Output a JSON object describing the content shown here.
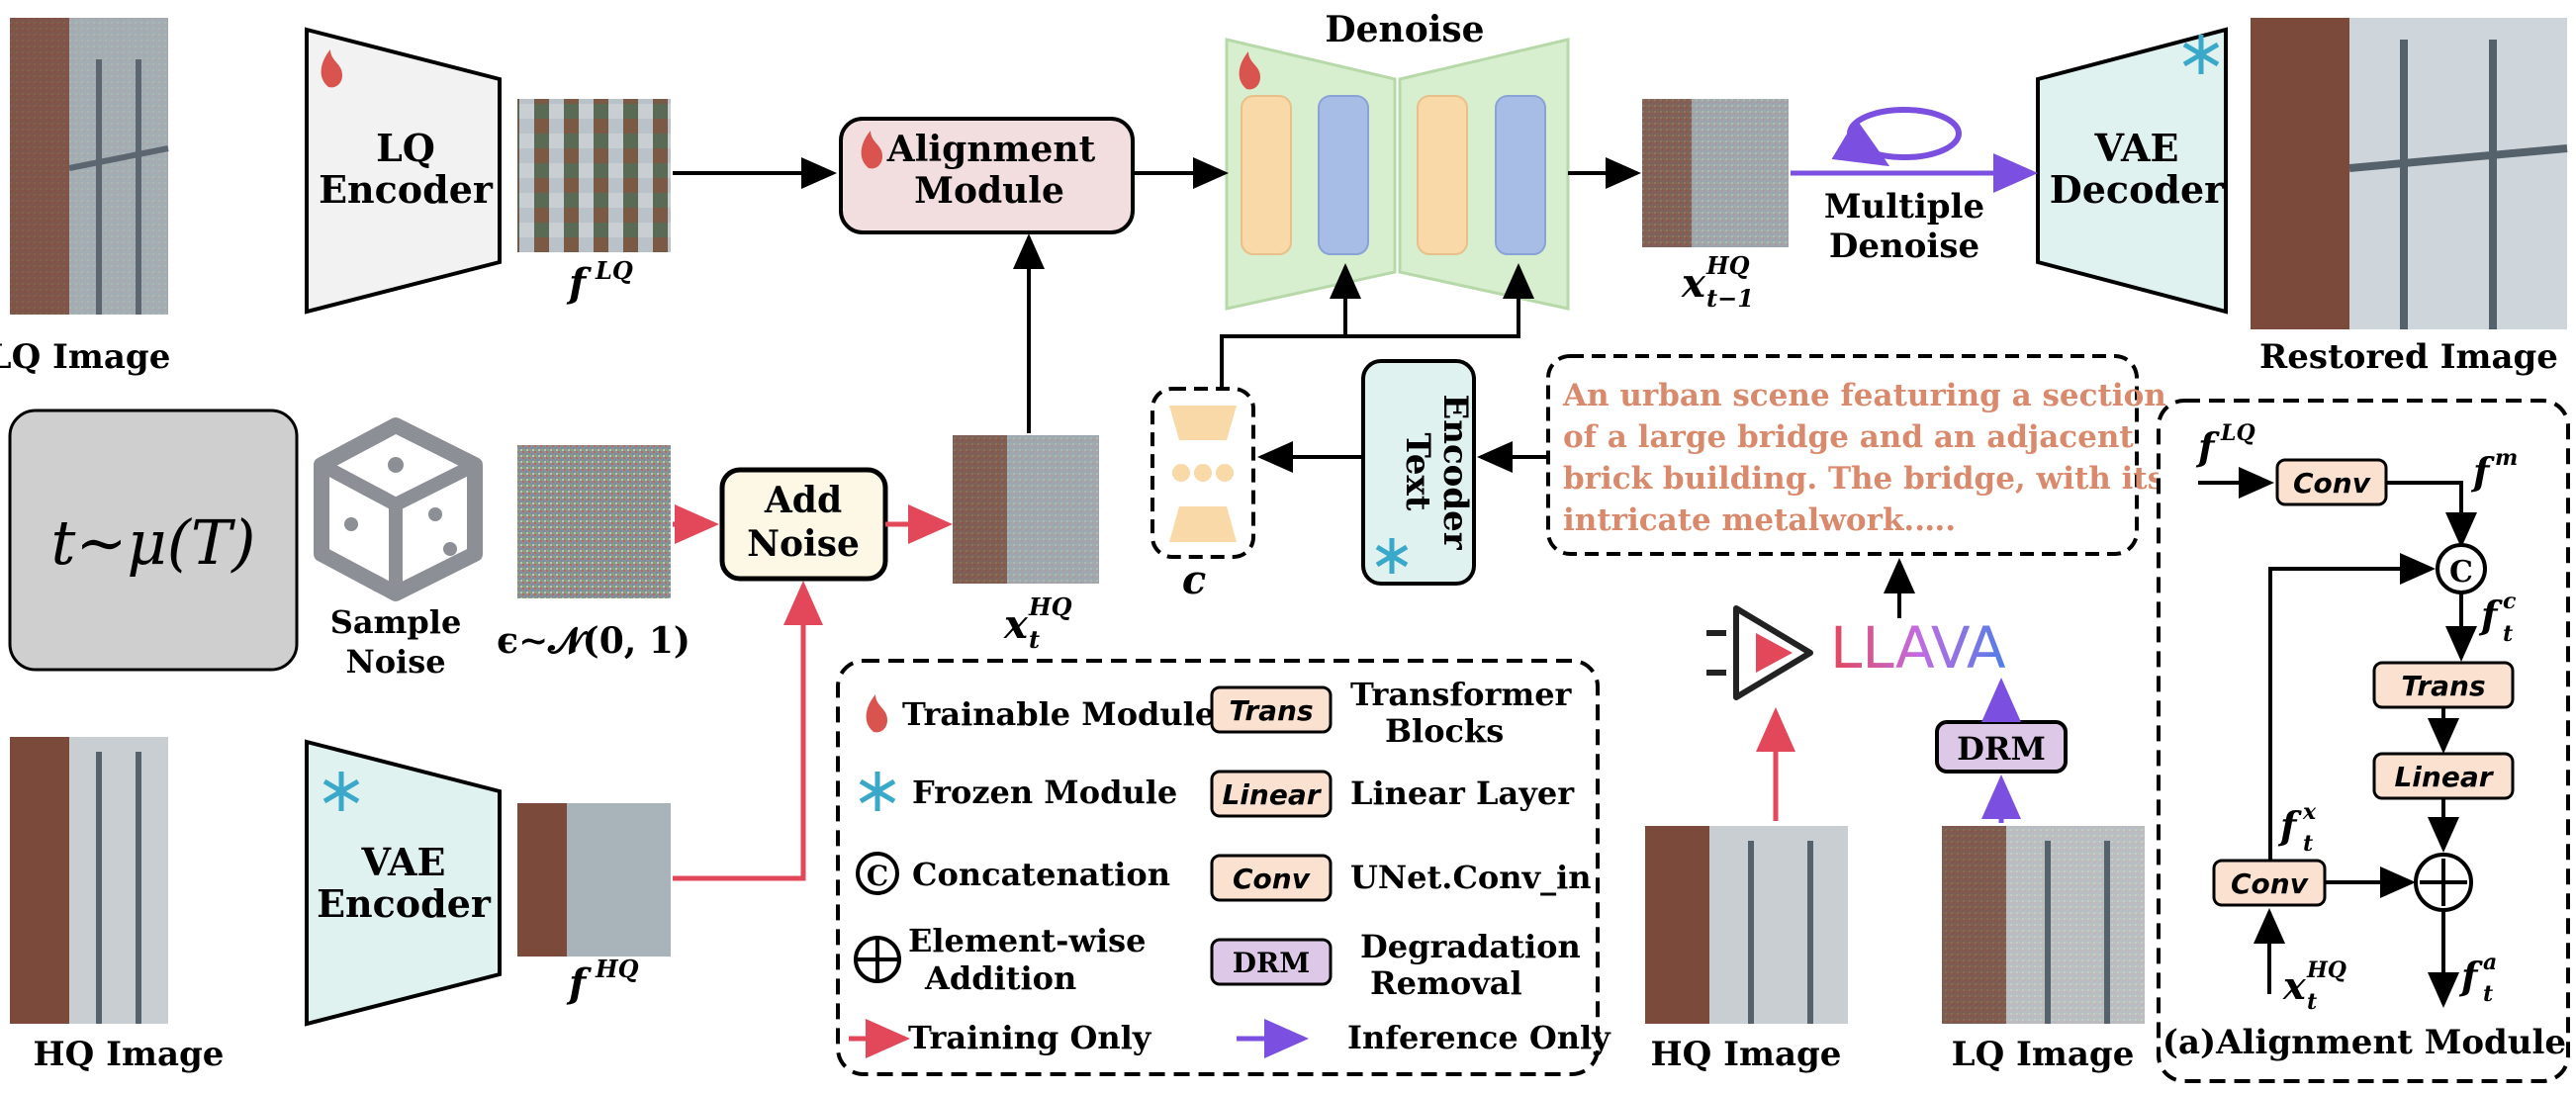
{
  "labels": {
    "lq_image": "LQ Image",
    "hq_image": "HQ Image",
    "restored_image": "Restored Image",
    "lq_encoder_line1": "LQ",
    "lq_encoder_line2": "Encoder",
    "vae_encoder_line1": "VAE",
    "vae_encoder_line2": "Encoder",
    "vae_decoder_line1": "VAE",
    "vae_decoder_line2": "Decoder",
    "alignment_line1": "Alignment",
    "alignment_line2": "Module",
    "denoise": "Denoise",
    "multiple_denoise_line1": "Multiple",
    "multiple_denoise_line2": "Denoise",
    "add_noise_line1": "Add",
    "add_noise_line2": "Noise",
    "sample_noise_line1": "Sample",
    "sample_noise_line2": "Noise",
    "text_encoder_line1": "Text",
    "text_encoder_line2": "Encoder",
    "llava": "LLAVA",
    "drm": "DRM",
    "hq_image_bottom": "HQ Image",
    "lq_image_bottom": "LQ Image"
  },
  "math": {
    "f_lq": "f",
    "f_lq_sup": "LQ",
    "f_hq": "f",
    "f_hq_sup": "HQ",
    "x_t_minus_1": "x",
    "x_t_minus_1_sup": "HQ",
    "x_t_minus_1_sub": "t−1",
    "x_t": "x",
    "x_t_sup": "HQ",
    "x_t_sub": "t",
    "c": "c",
    "t_dist": "t∼μ(T)",
    "epsilon": "ϵ∼𝓝(𝟎, 𝟏)"
  },
  "caption_text": [
    "An urban scene featuring a section",
    "of a large bridge and an adjacent",
    "brick building. The bridge, with its",
    "intricate metalwork.…."
  ],
  "legend": {
    "trainable": "Trainable Module",
    "frozen": "Frozen Module",
    "concatenation": "Concatenation",
    "elementwise_line1": "Element-wise",
    "elementwise_line2": "Addition",
    "training_only": "Training Only",
    "inference_only": "Inference Only",
    "trans_tag": "Trans",
    "trans_desc_line1": "Transformer",
    "trans_desc_line2": "Blocks",
    "linear_tag": "Linear",
    "linear_desc": "Linear Layer",
    "conv_tag": "Conv",
    "conv_desc": "UNet.Conv_in",
    "drm_tag": "DRM",
    "drm_desc_line1": "Degradation",
    "drm_desc_line2": "Removal"
  },
  "alignment_detail": {
    "title": "(a)Alignment Module",
    "f_lq": "f",
    "f_lq_sup": "LQ",
    "conv": "Conv",
    "f_m": "f",
    "f_m_sup": "m",
    "f_tc": "f",
    "f_tc_sup": "c",
    "f_tc_sub": "t",
    "trans": "Trans",
    "linear": "Linear",
    "f_tx": "f",
    "f_tx_sup": "x",
    "f_tx_sub": "t",
    "conv2": "Conv",
    "x_t": "x",
    "x_t_sup": "HQ",
    "x_t_sub": "t",
    "f_ta": "f",
    "f_ta_sup": "a",
    "f_ta_sub": "t",
    "concat_symbol": "C"
  },
  "colors": {
    "training_arrow": "#e2475a",
    "inference_arrow": "#7b4fe0",
    "alignment_fill": "#f2dede",
    "encoder_fill": "#f2f2f2",
    "vae_fill": "#dff2ef",
    "denoise_fill": "#d8efcf",
    "orange_block": "#f9d9a8",
    "blue_block": "#a8bde6",
    "noise_box_fill": "#fdf8e6",
    "tag_fill": "#fbe1cf",
    "drm_fill": "#ddc8e8",
    "caption_text": "#d98a6c",
    "flame": "#d9534f",
    "snowflake": "#3aa8c8"
  }
}
